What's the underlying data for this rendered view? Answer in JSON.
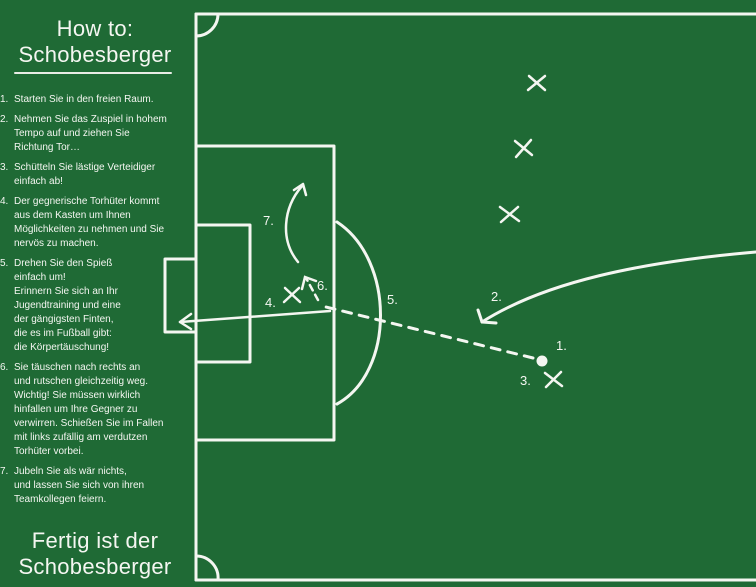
{
  "panel": {
    "title_line1": "How to:",
    "title_line2": "Schobesberger",
    "footer_line1": "Fertig ist der",
    "footer_line2": "Schobesberger"
  },
  "steps": [
    {
      "num": "1.",
      "text": "Starten Sie in den freien Raum."
    },
    {
      "num": "2.",
      "text": "Nehmen Sie das Zuspiel in hohem\nTempo auf und ziehen Sie\nRichtung Tor…"
    },
    {
      "num": "3.",
      "text": "Schütteln Sie lästige Verteidiger\neinfach ab!"
    },
    {
      "num": "4.",
      "text": "Der gegnerische Torhüter kommt\naus dem Kasten um Ihnen\nMöglichkeiten zu nehmen und Sie\nnervös zu machen."
    },
    {
      "num": "5.",
      "text": "Drehen Sie den Spieß\neinfach um!\nErinnern Sie sich an Ihr\nJugendtraining und eine\nder gängigsten Finten,\ndie es im Fußball gibt:\ndie Körpertäuschung!"
    },
    {
      "num": "6.",
      "text": "Sie täuschen nach rechts an\nund rutschen gleichzeitig weg.\nWichtig! Sie müssen wirklich\nhinfallen um Ihre Gegner zu\nverwirren. Schießen Sie im Fallen\nmit links zufällig am verdutzen\nTorhüter vorbei."
    },
    {
      "num": "7.",
      "text": "Jubeln Sie als wär nichts,\nund lassen Sie sich von ihren\nTeamkollegen feiern."
    }
  ],
  "pitch_labels": {
    "l1": "1.",
    "l2": "2.",
    "l3": "3.",
    "l4": "4.",
    "l5": "5.",
    "l6": "6.",
    "l7": "7."
  },
  "colors": {
    "board": "#1f6a35",
    "chalk": "#f4f6f1"
  }
}
